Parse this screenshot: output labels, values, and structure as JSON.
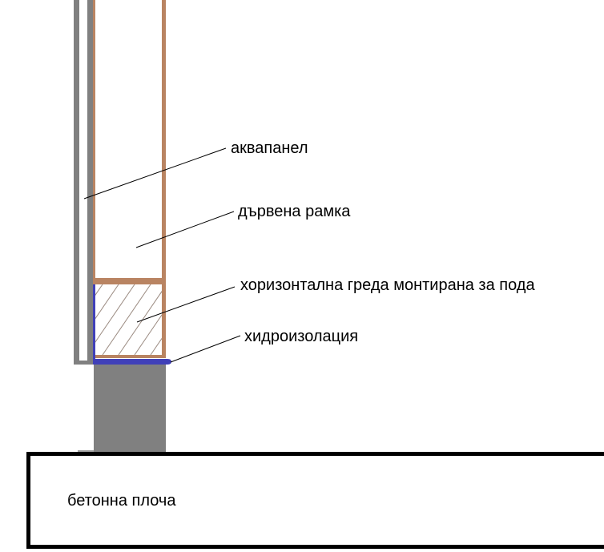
{
  "diagram": {
    "type": "wall-section-detail",
    "colors": {
      "aquapanel": "#808080",
      "wood": "#b98462",
      "waterproofing": "#4040b8",
      "foundation": "#808080",
      "slab_border": "#000000",
      "hatch": "#9a8a80",
      "leader": "#000000",
      "background": "#ffffff"
    }
  },
  "labels": {
    "aquapanel": "аквапанел",
    "wooden_frame": "дървена рамка",
    "horizontal_beam": "хоризонтална греда монтирана за пода",
    "waterproofing": "хидроизолация",
    "concrete_slab": "бетонна плоча"
  }
}
